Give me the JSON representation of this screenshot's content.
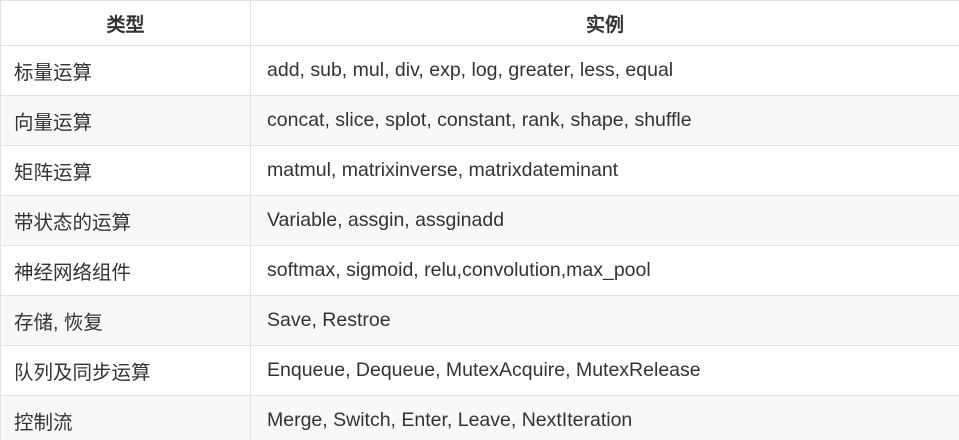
{
  "table": {
    "headers": [
      "类型",
      "实例"
    ],
    "rows": [
      {
        "type": "标量运算",
        "examples": "add, sub, mul, div, exp, log, greater, less, equal"
      },
      {
        "type": "向量运算",
        "examples": "concat, slice, splot, constant, rank, shape, shuffle"
      },
      {
        "type": "矩阵运算",
        "examples": "matmul, matrixinverse, matrixdateminant"
      },
      {
        "type": "带状态的运算",
        "examples": "Variable, assgin, assginadd"
      },
      {
        "type": "神经网络组件",
        "examples": "softmax, sigmoid, relu,convolution,max_pool"
      },
      {
        "type": "存储, 恢复",
        "examples": "Save, Restroe"
      },
      {
        "type": "队列及同步运算",
        "examples": "Enqueue, Dequeue, MutexAcquire, MutexRelease"
      },
      {
        "type": "控制流",
        "examples": "Merge, Switch, Enter, Leave, NextIteration"
      }
    ]
  },
  "colors": {
    "text": "#333333",
    "border": "#dfe2e5",
    "row_alt": "#f6f8fa",
    "row": "#ffffff"
  }
}
